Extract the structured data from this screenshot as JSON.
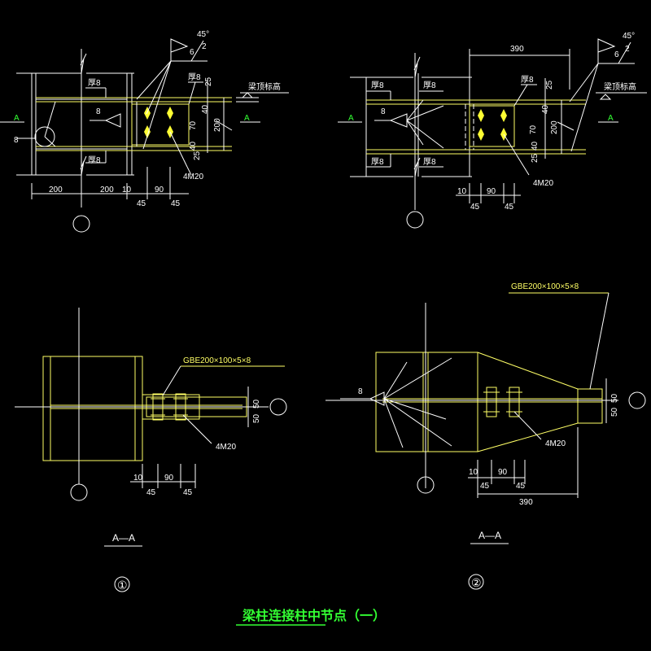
{
  "title": "梁柱连接柱中节点（一）",
  "colors": {
    "background": "#000000",
    "lines": "#ffffff",
    "members": "#ffff66",
    "title": "#33ff33"
  },
  "detail1": {
    "label": "①",
    "angle": "45°",
    "weld_size": "6",
    "weld_leg": "2",
    "flange_top": "厚8",
    "flange_bottom": "厚8",
    "plate_thk": "厚8",
    "stiffener_weld": "8",
    "left_weld": "8",
    "section_mark": "A",
    "beam_top_elev": "梁顶标高",
    "dims_right": [
      "25",
      "40",
      "70",
      "40",
      "25"
    ],
    "dim_200": "200",
    "dims_bottom": [
      "200",
      "200",
      "10",
      "45",
      "90",
      "45"
    ],
    "bolts": "4M20"
  },
  "detail2": {
    "label": "②",
    "angle": "45°",
    "weld_size": "6",
    "weld_leg": "2",
    "top_dim": "390",
    "flange_top": "厚8",
    "flange_bottom": "厚8",
    "plate_thk": "厚8",
    "stiffener_weld": "8",
    "section_mark": "A",
    "beam_top_elev": "梁顶标高",
    "dims_right": [
      "25",
      "40",
      "70",
      "40",
      "25"
    ],
    "dim_200": "200",
    "dims_bottom": [
      "10",
      "90",
      "45",
      "45"
    ],
    "bolts": "4M20"
  },
  "section1": {
    "caption": "A—A",
    "beam_spec": "GBE200×100×5×8",
    "dims_right": [
      "50",
      "50"
    ],
    "dims_bottom": [
      "10",
      "90",
      "45",
      "45"
    ],
    "bolts": "4M20"
  },
  "section2": {
    "caption": "A—A",
    "beam_spec": "GBE200×100×5×8",
    "weld": "8",
    "dims_right": [
      "50",
      "50"
    ],
    "dims_bottom": [
      "10",
      "90",
      "45",
      "45"
    ],
    "dim_390": "390",
    "bolts": "4M20"
  }
}
